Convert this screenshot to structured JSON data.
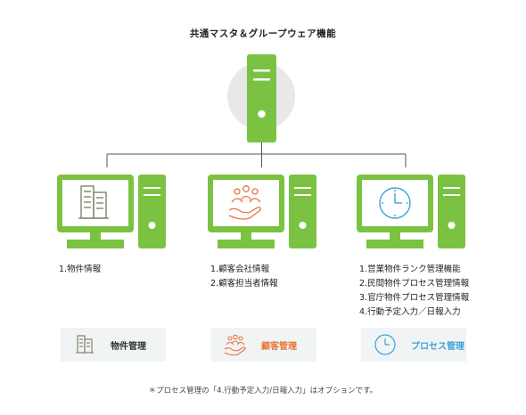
{
  "title": "共通マスタ＆グループウェア機能",
  "colors": {
    "green": "#7cc242",
    "line": "#555555",
    "server_bg": "#e8e8e8",
    "orange": "#e8743a",
    "blue": "#3aa3d6",
    "green_label": "#4a4a4a",
    "badge_bg": "#f1f4f5"
  },
  "columns": [
    {
      "name": "物件",
      "icon": "building-icon",
      "info": [
        "1.物件情報"
      ],
      "badge_label": "物件管理",
      "badge_color": "#333333"
    },
    {
      "name": "顧客",
      "icon": "people-hand-icon",
      "info": [
        "1.顧客会社情報",
        "2.顧客担当者情報"
      ],
      "badge_label": "顧客管理",
      "badge_color": "#e8743a"
    },
    {
      "name": "プロセス",
      "icon": "clock-icon",
      "info": [
        "1.営業物件ランク管理機能",
        "2.民間物件プロセス管理情報",
        "3.官庁物件プロセス管理情報",
        "4.行動予定入力／日報入力"
      ],
      "badge_label": "プロセス管理",
      "badge_color": "#3aa3d6"
    }
  ],
  "footnote": "＊プロセス管理の「4.行動予定入力/日報入力」はオプションです。"
}
